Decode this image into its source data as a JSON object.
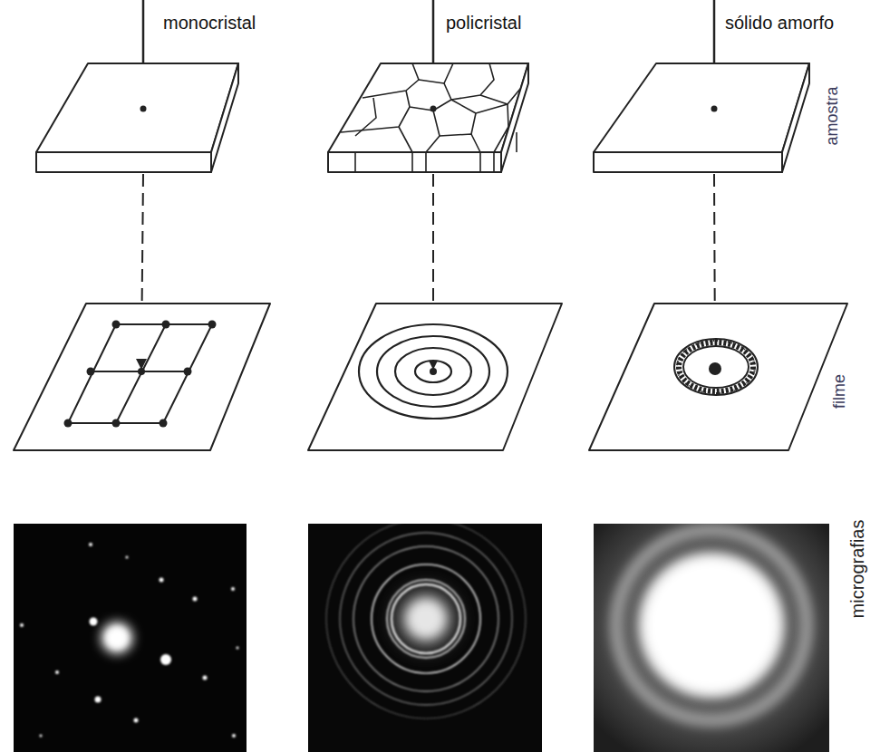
{
  "diagram": {
    "labels": [
      "monocristal",
      "policristal",
      "sólido amorfo",
      "amostra",
      "filme",
      "micrografias"
    ]
  }
}
